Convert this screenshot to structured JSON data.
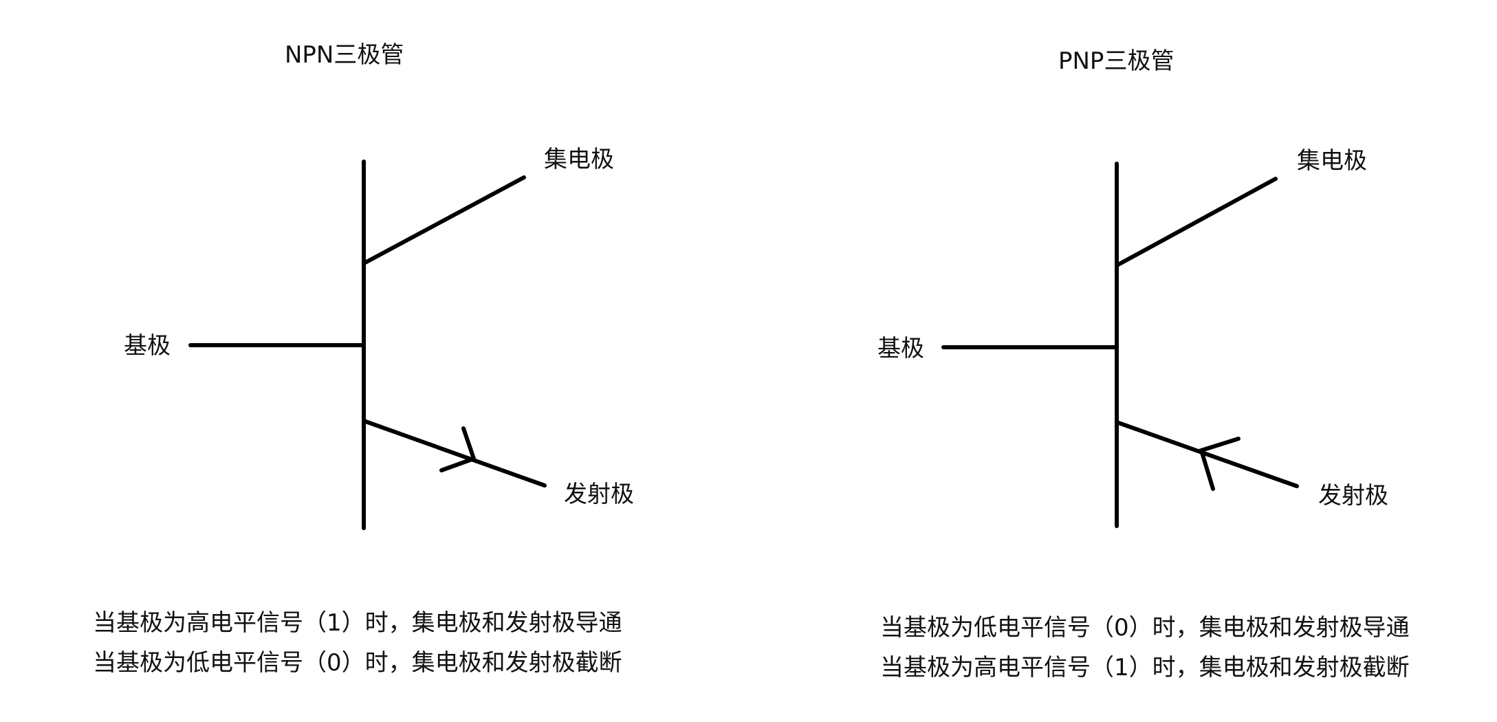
{
  "npn": {
    "title": "NPN三极管",
    "collector": "集电极",
    "base": "基极",
    "emitter": "发射极",
    "desc_line1": "当基极为高电平信号（1）时，集电极和发射极导通",
    "desc_line2": "当基极为低电平信号（0）时，集电极和发射极截断"
  },
  "pnp": {
    "title": "PNP三极管",
    "collector": "集电极",
    "base": "基极",
    "emitter": "发射极",
    "desc_line1": "当基极为低电平信号（0）时，集电极和发射极导通",
    "desc_line2": "当基极为高电平信号（1）时，集电极和发射极截断"
  }
}
